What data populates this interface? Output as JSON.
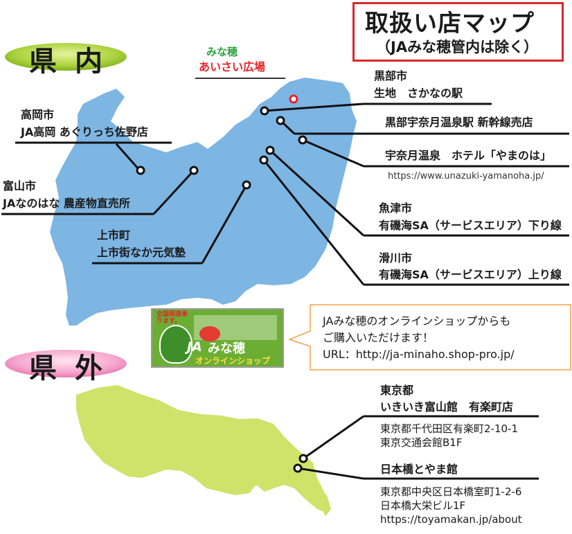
{
  "title": {
    "main": "取扱い店マップ",
    "sub": "（JAみな穂管内は除く）"
  },
  "sections": {
    "inside": "県内",
    "outside": "県外"
  },
  "featured": {
    "line1": "みな穂",
    "line2": "あいさい広場"
  },
  "stores_in_prefecture": [
    {
      "city": "高岡市",
      "name": "JA高岡 あぐりっち佐野店"
    },
    {
      "city": "富山市",
      "name": "JAなのはな 農産物直売所"
    },
    {
      "city": "上市町",
      "name": "上市街なか元気塾"
    },
    {
      "city": "黒部市",
      "name": "生地　さかなの駅"
    },
    {
      "city": "",
      "name": "黒部宇奈月温泉駅 新幹線売店"
    },
    {
      "city": "",
      "name": "宇奈月温泉　ホテル「やまのは」",
      "url": "https://www.unazuki-yamanoha.jp/"
    },
    {
      "city": "魚津市",
      "name": "有磯海SA（サービスエリア）下り線"
    },
    {
      "city": "滑川市",
      "name": "有磯海SA（サービスエリア）上り線"
    }
  ],
  "online": {
    "text_line1": "JAみな穂のオンラインショップからも",
    "text_line2": "ご購入いただけます！",
    "url_line": "URL：http://ja-minaho.shop-pro.jp/",
    "banner": {
      "promo": "全国発送承ります。",
      "ja": "JA",
      "name": "みな穂",
      "shop": "オンラインショップ"
    }
  },
  "stores_outside": [
    {
      "city": "東京都",
      "name": "いきいき富山館　有楽町店",
      "address1": "東京都千代田区有楽町2-10-1",
      "address2": "東京交通会館B1F"
    },
    {
      "name": "日本橋とやま館",
      "address1": "東京都中央区日本橋室町1-2-6",
      "address2": "日本橋大栄ビル1F",
      "url": "https://toyamakan.jp/about"
    }
  ],
  "colors": {
    "toyama_map": "#7db5e3",
    "tokyo_map": "#cfe26a",
    "title_border": "#d9262b",
    "featured_green": "#2aa13f",
    "featured_red": "#e5242b",
    "speech_border": "#f0a04a"
  }
}
